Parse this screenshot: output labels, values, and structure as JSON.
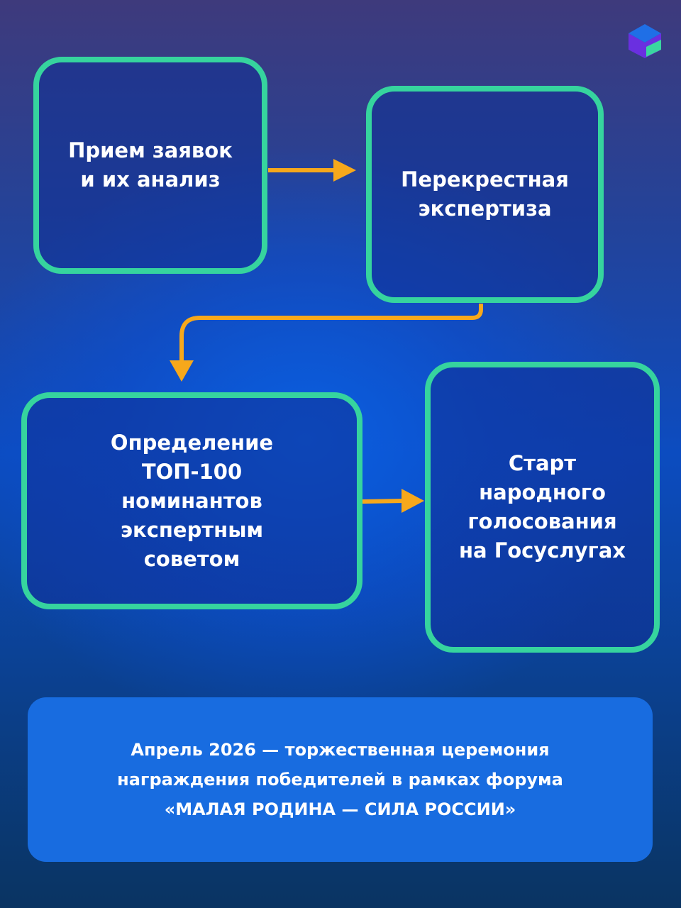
{
  "steps": [
    {
      "label": "Прием заявок\nи их анализ"
    },
    {
      "label": "Перекрестная\nэкспертиза"
    },
    {
      "label": "Определение\nТОП-100\nноминантов\nэкспертным\nсоветом"
    },
    {
      "label": "Старт\nнародного\nголосования\nна Госуслугах"
    }
  ],
  "footer": {
    "text": "Апрель 2026 — торжественная церемония\nнаграждения победителей в рамках форума\n«МАЛАЯ РОДИНА — СИЛА РОССИИ»"
  },
  "colors": {
    "border": "#36d49e",
    "arrow": "#f7a81b",
    "banner": "#186ce0"
  },
  "logo": {
    "icon": "cube-logo"
  }
}
